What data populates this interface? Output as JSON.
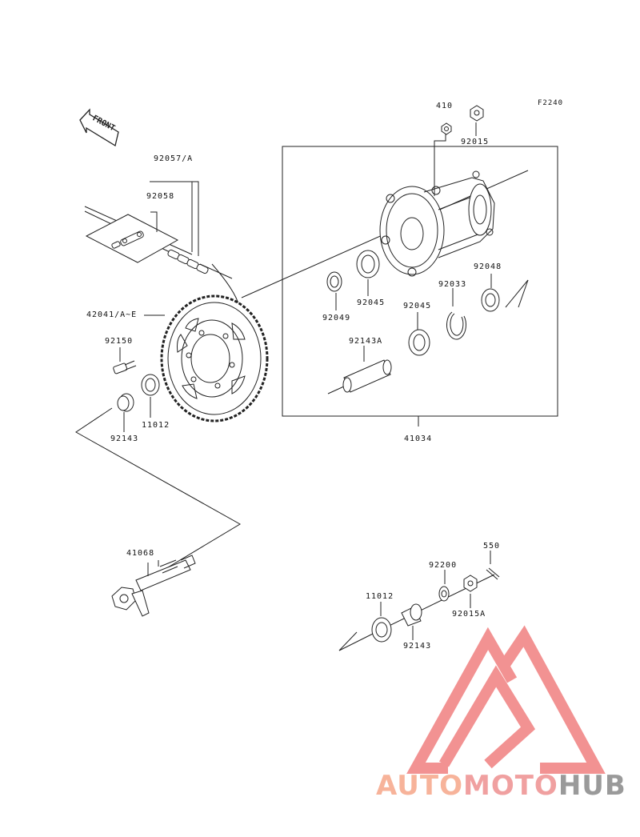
{
  "figure_code": "F2240",
  "front_arrow_text": "FRONT",
  "labels": {
    "p410": "410",
    "p92015": "92015",
    "p92057": "92057/A",
    "p92058": "92058",
    "p92049": "92049",
    "p92045a": "92045",
    "p92045b": "92045",
    "p92033": "92033",
    "p92048": "92048",
    "p92143a": "92143A",
    "p42041": "42041/A~E",
    "p92150": "92150",
    "p11012a": "11012",
    "p92143b": "92143",
    "p41034": "41034",
    "p41068": "41068",
    "p550": "550",
    "p92200": "92200",
    "p11012b": "11012",
    "p92015a": "92015A",
    "p92143c": "92143"
  },
  "watermark": {
    "part1": "AUTO",
    "part2": "MOTO",
    "part3": "HUB",
    "colors": {
      "part1": "#f7b39a",
      "part2": "#f0a0a0",
      "part3": "#9a9a9a",
      "triangle": "#f07f7f"
    }
  }
}
